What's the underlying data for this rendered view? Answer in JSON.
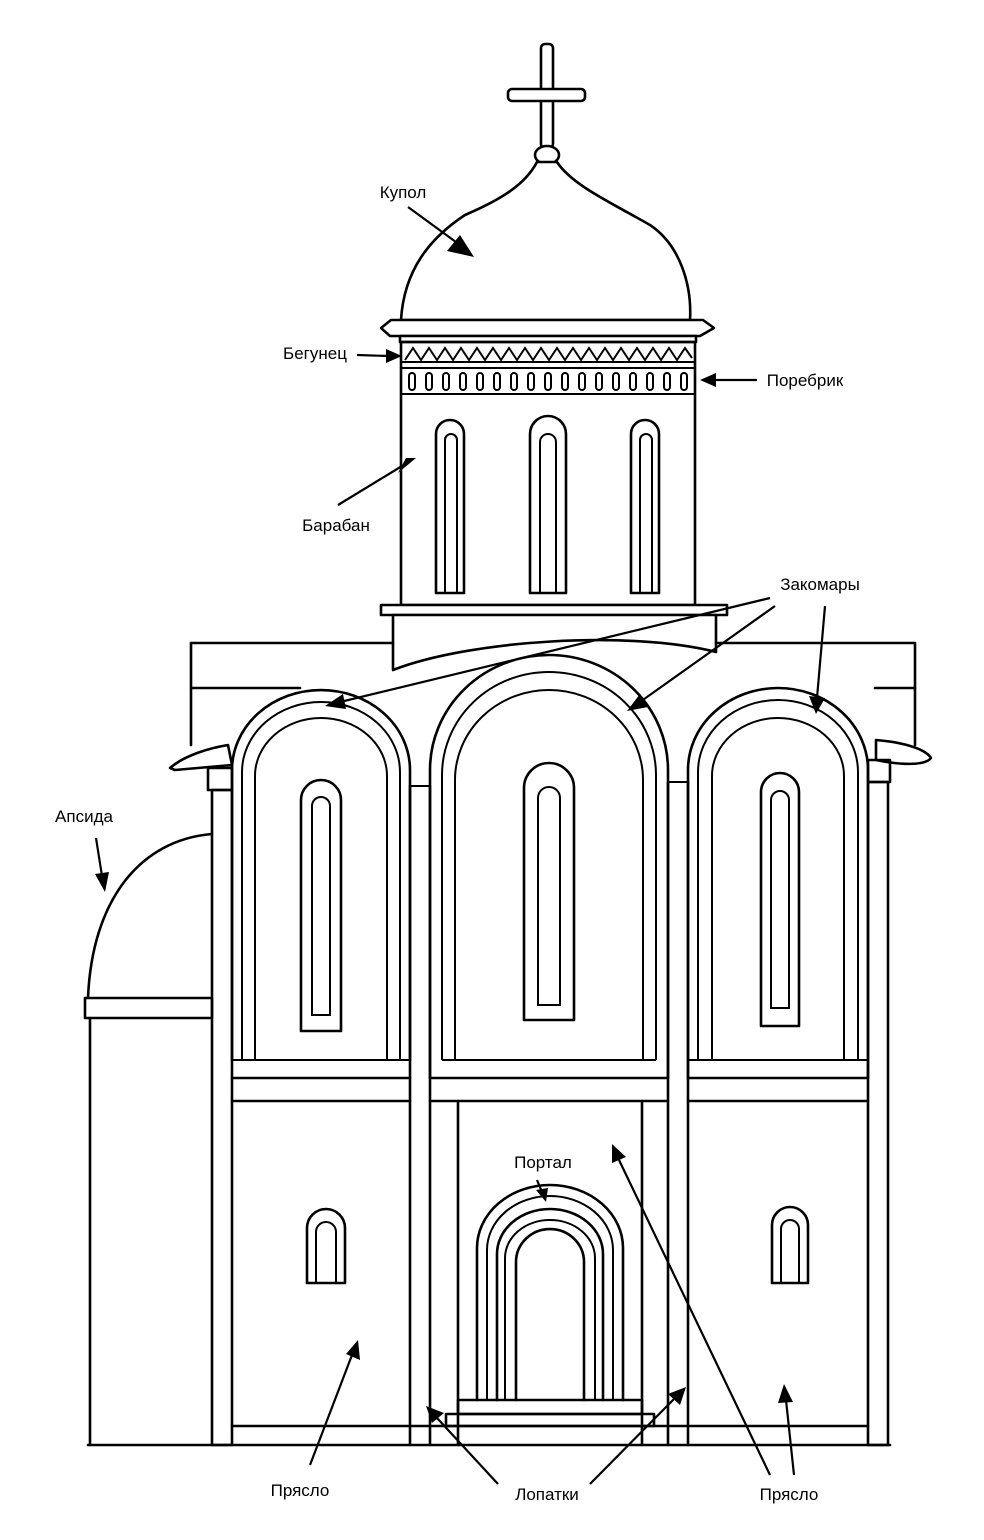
{
  "labels": {
    "kupol": "Купол",
    "begunets": "Бегунец",
    "porebrik": "Поребрик",
    "baraban": "Барабан",
    "zakomary": "Закомары",
    "apsida": "Апсида",
    "portal": "Портал",
    "pryaslo_left": "Прясло",
    "lopatki": "Лопатки",
    "pryaslo_right": "Прясло"
  },
  "icons": [
    "cross-icon"
  ],
  "colors": {
    "line": "#000000",
    "background": "#ffffff"
  }
}
